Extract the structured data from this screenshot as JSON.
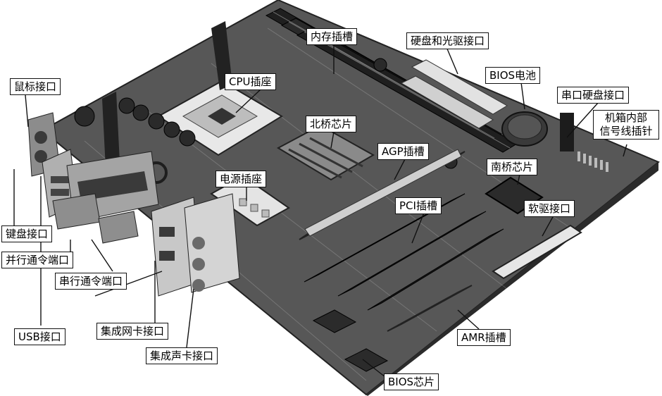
{
  "labels": {
    "mouse_port": "鼠标接口",
    "cpu_socket": "CPU插座",
    "memory_slot": "内存插槽",
    "hdd_optical_port": "硬盘和光驱接口",
    "bios_battery": "BIOS电池",
    "serial_hdd_port": "串口硬盘接口",
    "chassis_header_line1": "机箱内部",
    "chassis_header_line2": "信号线插针",
    "northbridge": "北桥芯片",
    "agp_slot": "AGP插槽",
    "power_socket": "电源插座",
    "southbridge": "南桥芯片",
    "floppy_port": "软驱接口",
    "pci_slot": "PCI插槽",
    "keyboard_port": "键盘接口",
    "parallel_port": "并行通令端口",
    "serial_port": "串行通令端口",
    "usb_port": "USB接口",
    "lan_port": "集成网卡接口",
    "audio_port": "集成声卡接口",
    "amr_slot": "AMR插槽",
    "bios_chip": "BIOS芯片"
  },
  "colors": {
    "board": "#5a5a5a",
    "board_dark": "#2e2e2e",
    "slot_dark": "#1c1c1c",
    "slot_light": "#e6e6e6",
    "label_border": "#111111",
    "leader_line": "#111111"
  }
}
